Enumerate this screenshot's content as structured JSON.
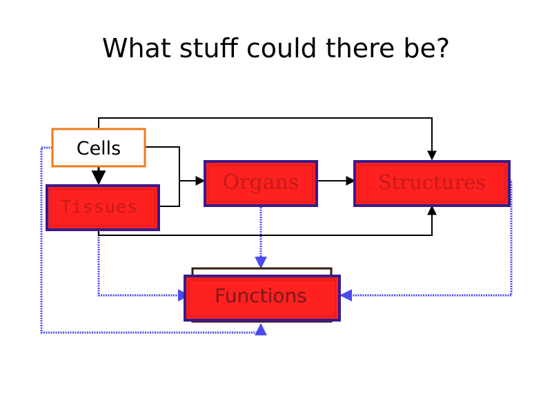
{
  "title": "What stuff could there be?",
  "nodes": {
    "cells": "Cells",
    "tissues": "Tissues",
    "organs": "Organs",
    "structures": "Structures",
    "functions": "Functions"
  },
  "colors": {
    "node_fill": "#ff2020",
    "node_border": "#3a1a8a",
    "cells_border": "#ee7a1a",
    "cells_fill": "#ffffff",
    "solid_arrow": "#000000",
    "dotted_arrow": "#4a4aee",
    "functions_frame": "#3a1a0a"
  },
  "edges": [
    {
      "from": "cells",
      "to": "tissues",
      "style": "solid"
    },
    {
      "from": "cells",
      "to": "organs",
      "style": "solid"
    },
    {
      "from": "cells",
      "to": "structures",
      "style": "solid"
    },
    {
      "from": "tissues",
      "to": "organs",
      "style": "solid"
    },
    {
      "from": "tissues",
      "to": "structures",
      "style": "solid"
    },
    {
      "from": "organs",
      "to": "structures",
      "style": "solid"
    },
    {
      "from": "organs",
      "to": "functions",
      "style": "dotted"
    },
    {
      "from": "tissues",
      "to": "functions",
      "style": "dotted"
    },
    {
      "from": "structures",
      "to": "functions",
      "style": "dotted"
    },
    {
      "from": "cells",
      "to": "functions",
      "style": "dotted"
    }
  ]
}
